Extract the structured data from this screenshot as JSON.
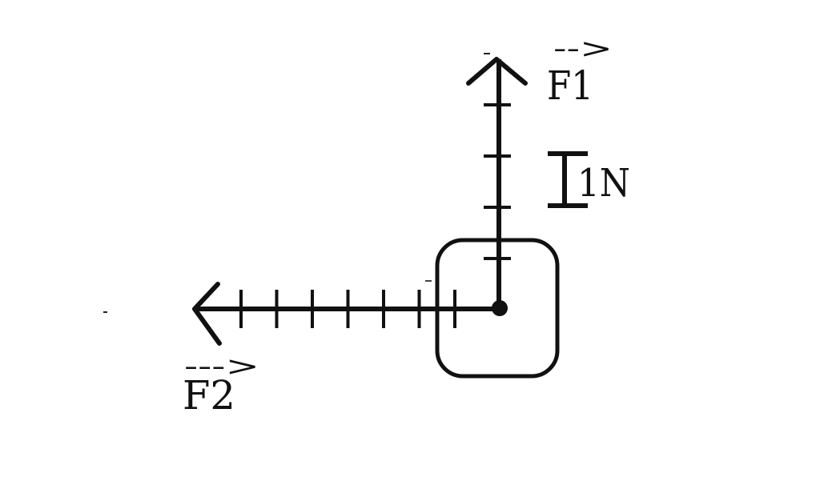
{
  "diagram": {
    "forces": [
      {
        "id": "f1",
        "name": "F1",
        "arrow_mark": "-->",
        "direction": "up",
        "magnitude_units": 5
      },
      {
        "id": "f2",
        "name": "F2",
        "arrow_mark": "--->",
        "direction": "left",
        "magnitude_units": 8
      }
    ],
    "scale": {
      "label": "1N",
      "units": 1
    },
    "colors": {
      "ink": "#111111",
      "background": "#ffffff"
    }
  }
}
